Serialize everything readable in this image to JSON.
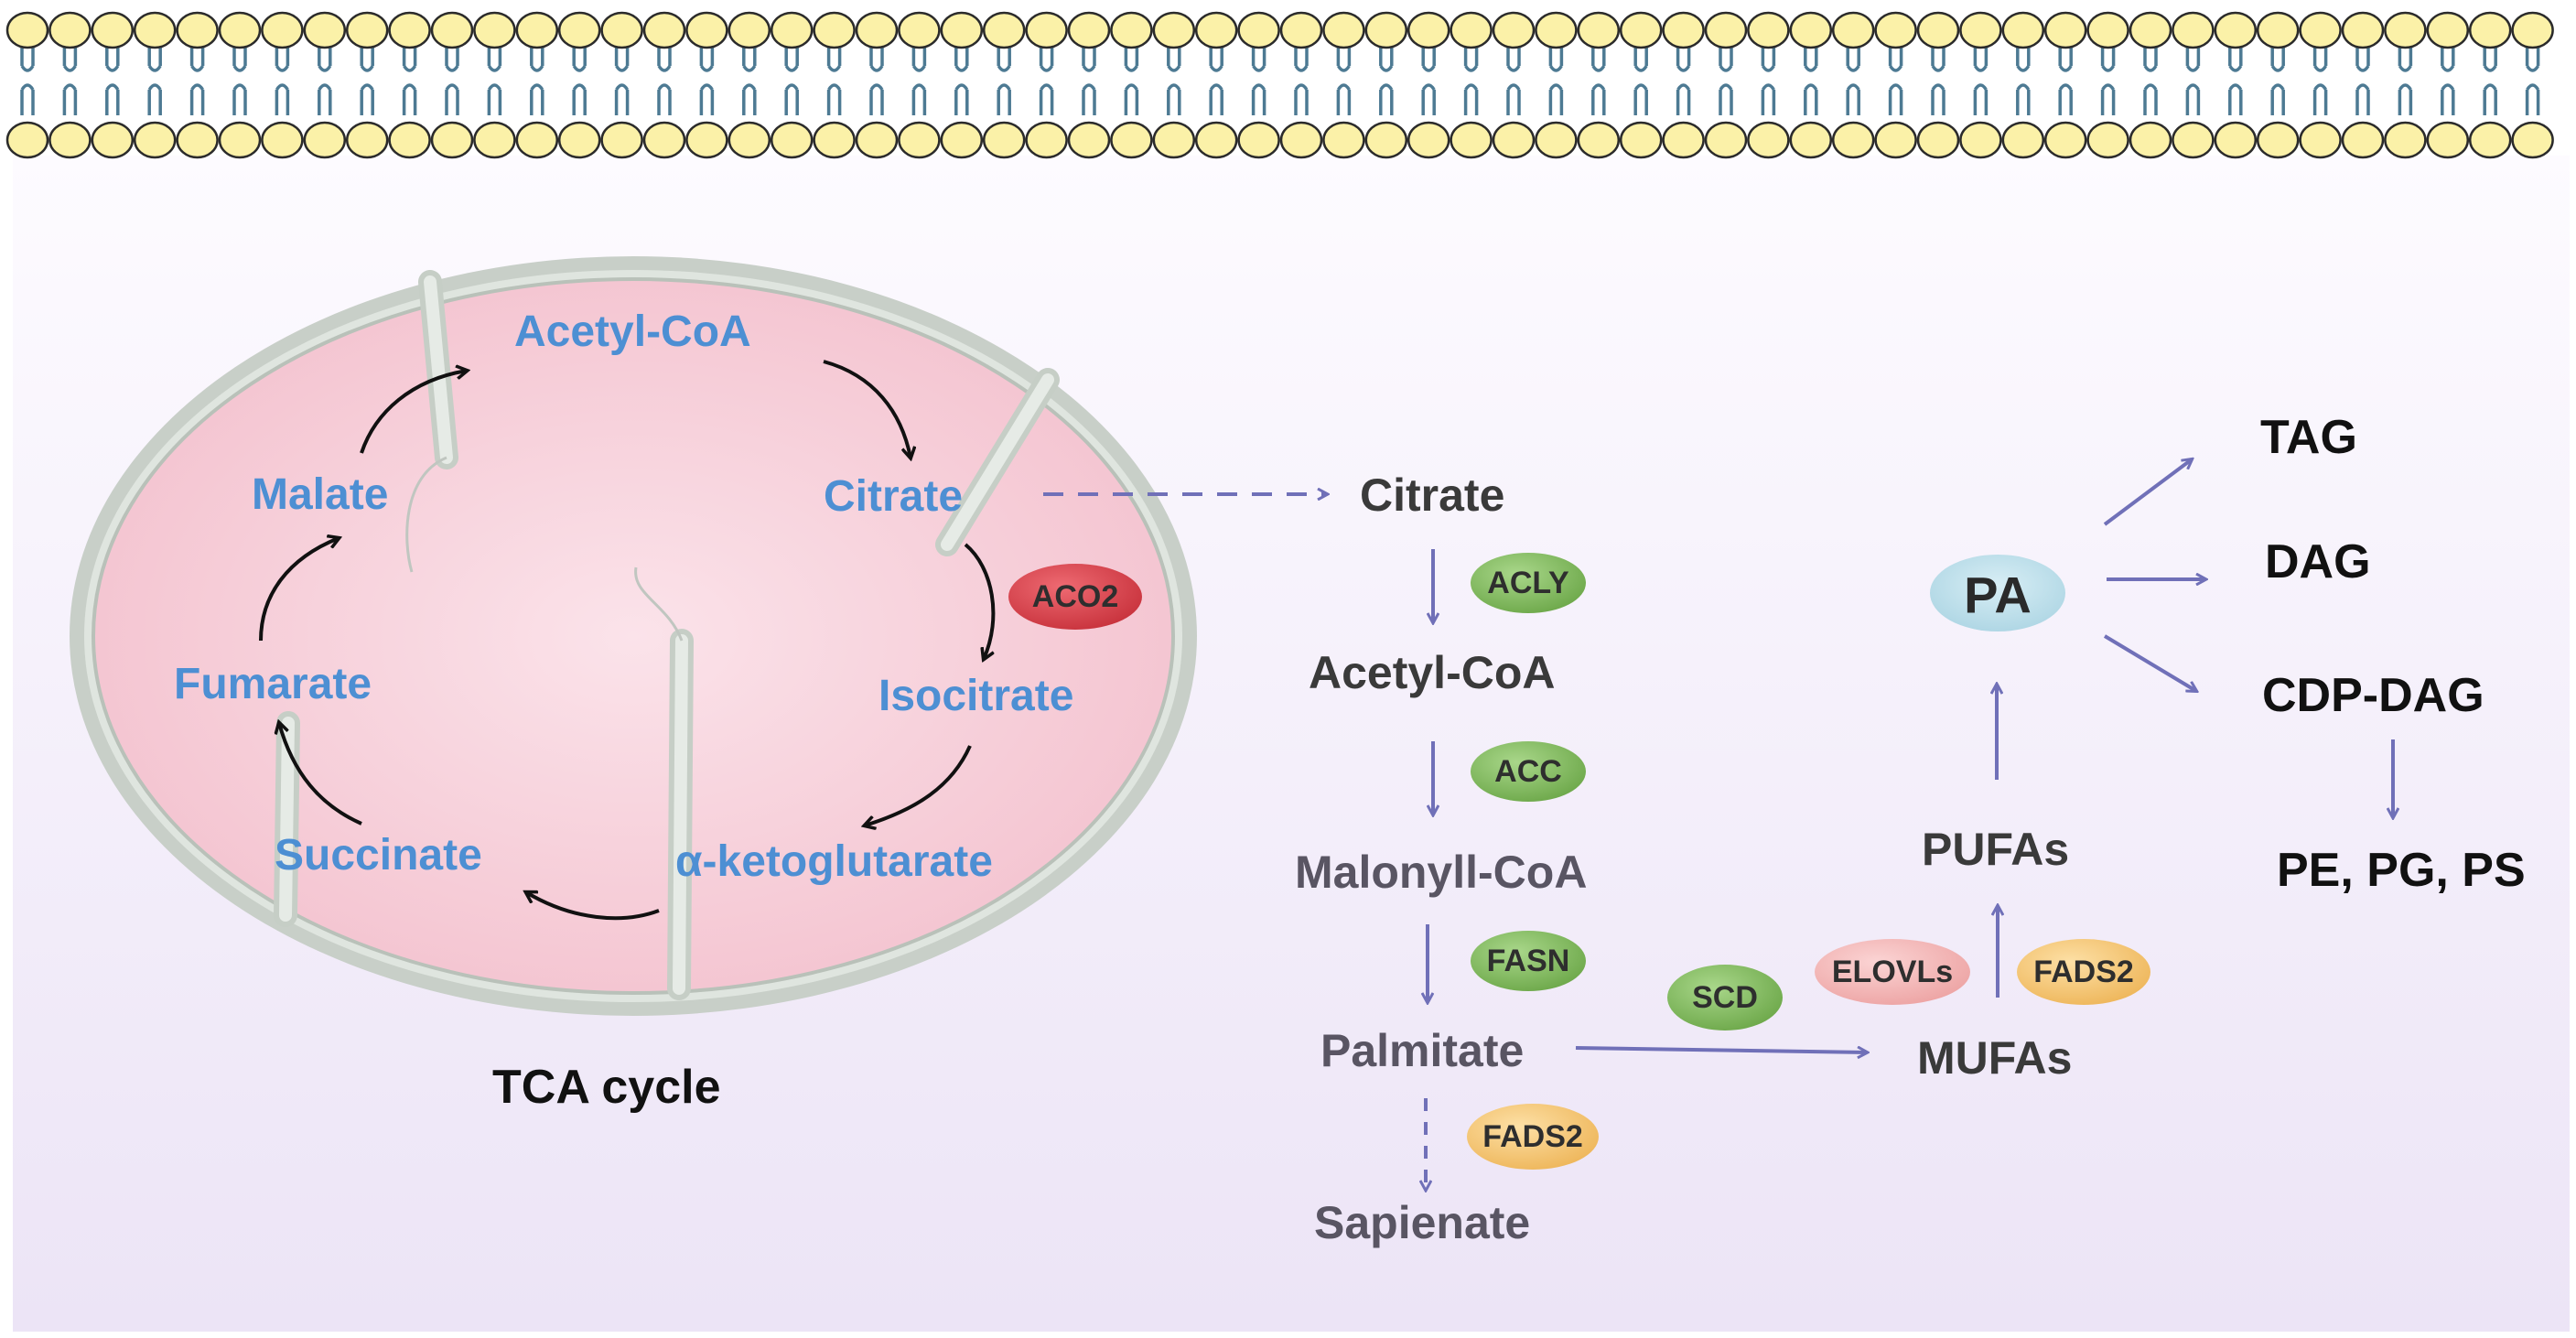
{
  "tca": {
    "acetyl_coa": "Acetyl-CoA",
    "citrate": "Citrate",
    "isocitrate": "Isocitrate",
    "akg": "α-ketoglutarate",
    "succinate": "Succinate",
    "fumarate": "Fumarate",
    "malate": "Malate",
    "aco2": "ACO2",
    "caption": "TCA cycle"
  },
  "lipogenesis": {
    "citrate": "Citrate",
    "acly": "ACLY",
    "acetyl_coa": "Acetyl-CoA",
    "acc": "ACC",
    "malonyl_coa": "Malonyll-CoA",
    "fasn": "FASN",
    "palmitate": "Palmitate",
    "fads2_sap": "FADS2",
    "sapienate": "Sapienate",
    "scd": "SCD",
    "mufas": "MUFAs",
    "elovls": "ELOVLs",
    "fads2": "FADS2",
    "pufas": "PUFAs",
    "pa": "PA",
    "tag": "TAG",
    "dag": "DAG",
    "cdp_dag": "CDP-DAG",
    "pe_pg_ps": "PE, PG, PS"
  },
  "colors": {
    "tca_text": "#4d8fd3",
    "enzyme_green": "#7cb35a",
    "enzyme_orange": "#f4c26b",
    "enzyme_pink": "#f2b3b3",
    "enzyme_red": "#d9454f",
    "pa_blue": "#bfe0ea",
    "arrow_purple": "#7070b8"
  }
}
